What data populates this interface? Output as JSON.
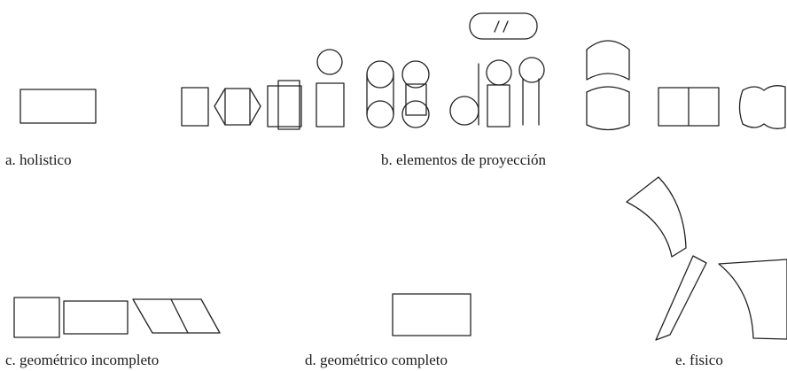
{
  "captions": {
    "a": "a. holistico",
    "b": "b. elementos de proyección",
    "c": "c. geométrico incompleto",
    "d": "d. geométrico completo",
    "e": "e. fisico"
  },
  "colors": {
    "stroke": "#222222",
    "text": "#1a1a1a",
    "background": "#ffffff"
  }
}
